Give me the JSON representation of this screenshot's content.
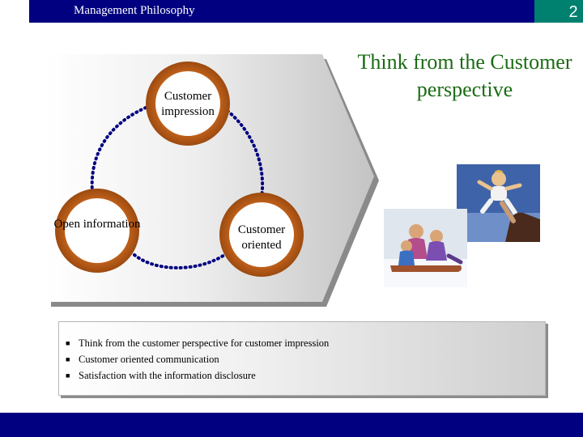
{
  "header": {
    "title": "Management Philosophy",
    "page_number": "2"
  },
  "diagram": {
    "circles": [
      {
        "label": "Customer impression"
      },
      {
        "label": "Open information"
      },
      {
        "label": "Customer oriented"
      }
    ]
  },
  "headline": "Think from the Customer perspective",
  "bullets": [
    "Think from the customer perspective for customer impression",
    "Customer oriented communication",
    "Satisfaction with the information disclosure"
  ],
  "colors": {
    "header_bar": "#000080",
    "page_number_box": "#00806f",
    "headline": "#1a6b14",
    "circle_ring": "#b95a16",
    "dotted_connector": "#000080"
  }
}
